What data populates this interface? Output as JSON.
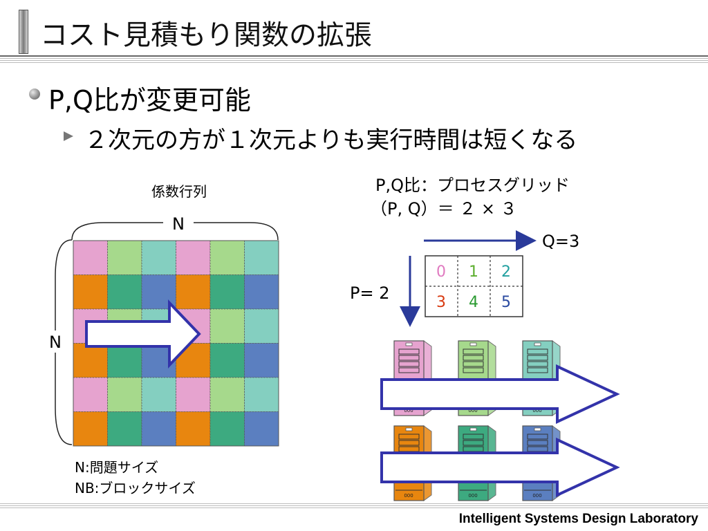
{
  "slide": {
    "title": "コスト見積もり関数の拡張",
    "bullet1": "P,Q比が変更可能",
    "bullet2": "２次元の方が１次元よりも実行時間は短くなる",
    "footer": "Intelligent Systems Design Laboratory"
  },
  "matrix": {
    "caption": "係数行列",
    "n_top": "N",
    "n_left": "N",
    "legend_n": "N:問題サイズ",
    "legend_nb": "NB:ブロックサイズ",
    "cell_colors": [
      [
        "#e6a3cf",
        "#a6d98c",
        "#84cfc0",
        "#e6a3cf",
        "#a6d98c",
        "#84cfc0"
      ],
      [
        "#e8860f",
        "#3daa80",
        "#5b7fc0",
        "#e8860f",
        "#3daa80",
        "#5b7fc0"
      ],
      [
        "#e6a3cf",
        "#a6d98c",
        "#84cfc0",
        "#e6a3cf",
        "#a6d98c",
        "#84cfc0"
      ],
      [
        "#e8860f",
        "#3daa80",
        "#5b7fc0",
        "#e8860f",
        "#3daa80",
        "#5b7fc0"
      ],
      [
        "#e6a3cf",
        "#a6d98c",
        "#84cfc0",
        "#e6a3cf",
        "#a6d98c",
        "#84cfc0"
      ],
      [
        "#e8860f",
        "#3daa80",
        "#5b7fc0",
        "#e8860f",
        "#3daa80",
        "#5b7fc0"
      ]
    ]
  },
  "grid": {
    "ratio_label": "P,Q比：プロセスグリッド",
    "pq_value": "（P, Q）＝ ２ × ３",
    "q_label": "Q=3",
    "p_label": "P= 2",
    "cells": [
      {
        "label": "0",
        "color": "#e07ac0"
      },
      {
        "label": "1",
        "color": "#5cae2e"
      },
      {
        "label": "2",
        "color": "#22a0a0"
      },
      {
        "label": "3",
        "color": "#d83a10"
      },
      {
        "label": "4",
        "color": "#2a9a30"
      },
      {
        "label": "5",
        "color": "#2a4aa0"
      }
    ],
    "server_colors": [
      [
        "#e6a3cf",
        "#a6d98c",
        "#84cfc0"
      ],
      [
        "#e8860f",
        "#3daa80",
        "#5b7fc0"
      ]
    ],
    "server_label": "000"
  },
  "colors": {
    "arrow_outline": "#3333aa",
    "axis_arrow": "#2a3a9a"
  }
}
